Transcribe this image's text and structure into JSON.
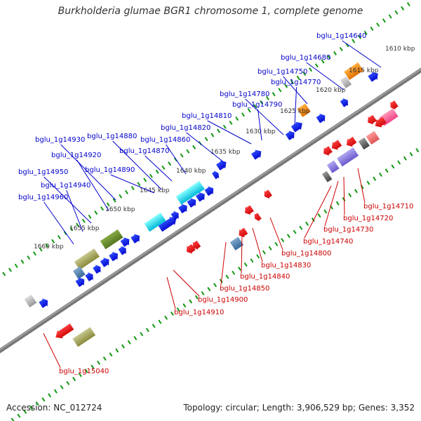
{
  "title": "Burkholderia glumae BGR1 chromosome 1, complete genome",
  "footer": {
    "accession": "Accession: NC_012724",
    "topology": "Topology: circular; Length: 3,906,529 bp; Genes: 3,352"
  },
  "colors": {
    "forward_label": "#0000cc",
    "reverse_label": "#cc0000",
    "backbone": "#777777",
    "ticks": "#119911"
  },
  "kbp_labels": [
    "1610 kbp",
    "1615 kbp",
    "1620 kbp",
    "1625 kbp",
    "1630 kbp",
    "1635 kbp",
    "1640 kbp",
    "1645 kbp",
    "1650 kbp",
    "1655 kbp",
    "1660 kbp"
  ],
  "forward_genes": [
    "bglu_1g14640",
    "bglu_1g14680",
    "bglu_1g14750",
    "bglu_1g14770",
    "bglu_1g14780",
    "bglu_1g14790",
    "bglu_1g14810",
    "bglu_1g14820",
    "bglu_1g14860",
    "bglu_1g14870",
    "bglu_1g14880",
    "bglu_1g14890",
    "bglu_1g14930",
    "bglu_1g14920",
    "bglu_1g14950",
    "bglu_1g14940",
    "bglu_1g14960"
  ],
  "reverse_genes": [
    "bglu_1g14710",
    "bglu_1g14720",
    "bglu_1g14730",
    "bglu_1g14740",
    "bglu_1g14800",
    "bglu_1g14830",
    "bglu_1g14840",
    "bglu_1g14850",
    "bglu_1g14900",
    "bglu_1g14910",
    "bglu_1g15040"
  ]
}
